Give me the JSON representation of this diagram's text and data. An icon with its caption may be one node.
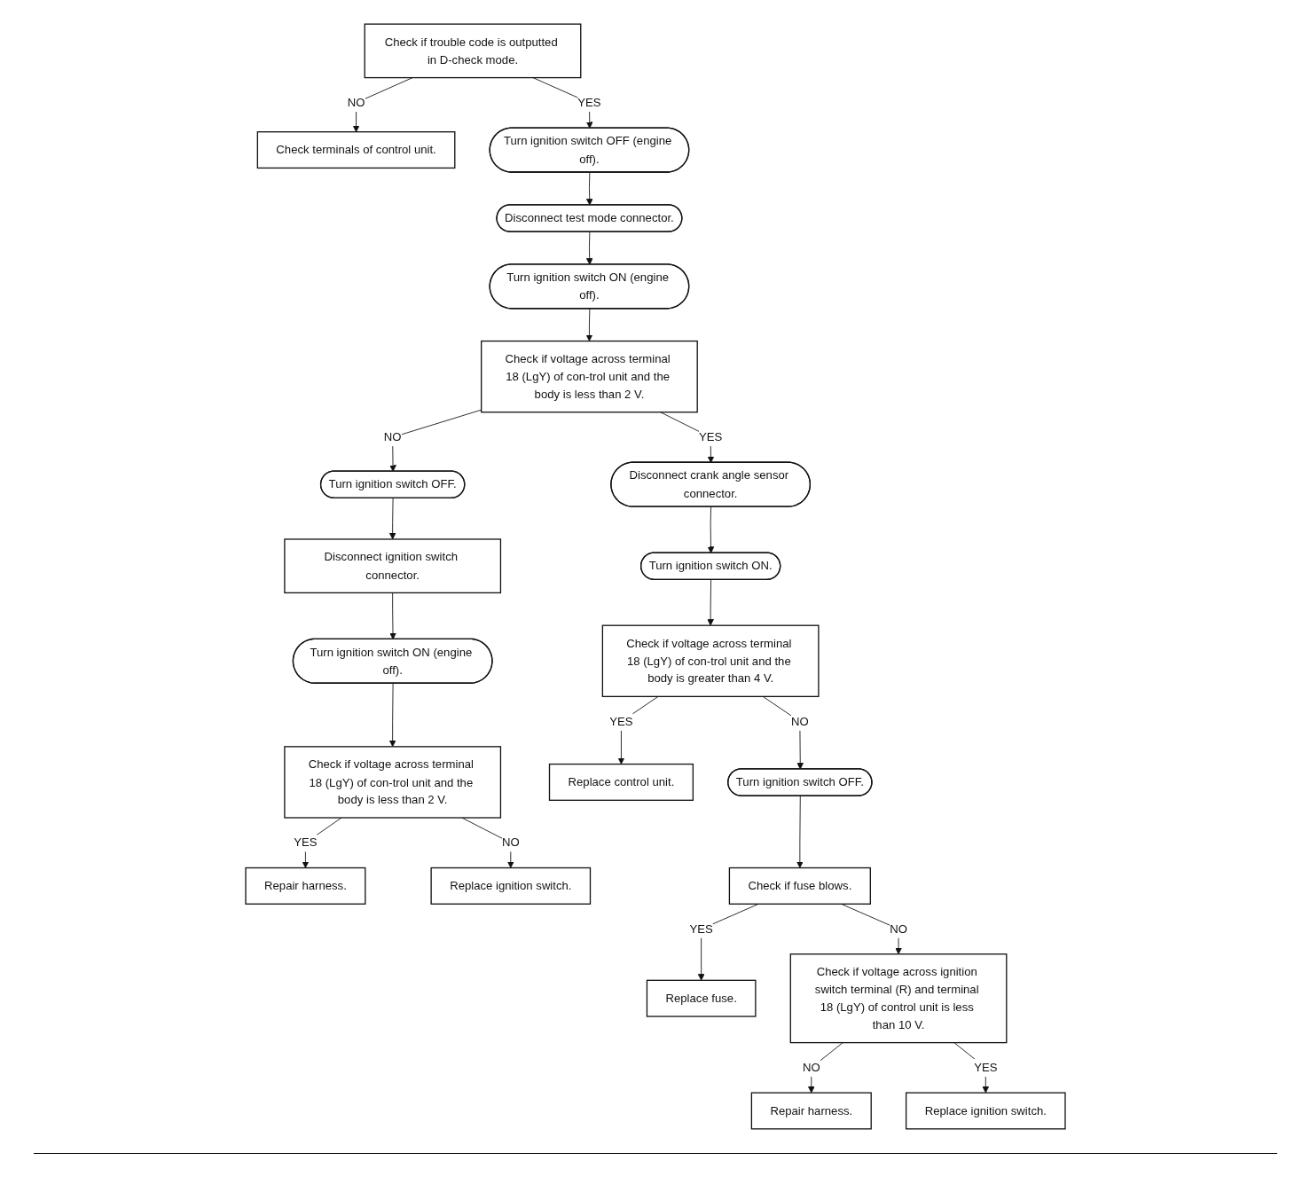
{
  "diagram": {
    "nodes": [
      {
        "text": [
          "Check if trouble code is outputted in D-check mode."
        ]
      },
      {
        "text": [
          "Check terminals of control unit."
        ]
      },
      {
        "text": [
          "Turn ignition switch OFF (engine off)."
        ]
      },
      {
        "text": [
          "Disconnect test mode connector."
        ]
      },
      {
        "text": [
          "Turn ignition switch ON (engine off)."
        ]
      },
      {
        "text": [
          "Check if voltage across terminal 18 (LgY) of con-trol unit and the body is less than 2 V."
        ]
      },
      {
        "text": [
          "Disconnect crank angle sensor connector."
        ]
      },
      {
        "text": [
          "Turn ignition switch ON."
        ]
      },
      {
        "text": [
          "Check if voltage across terminal 18 (LgY) of con-trol unit and the body is greater than 4 V."
        ]
      },
      {
        "text": [
          "Replace control unit."
        ]
      },
      {
        "text": [
          "Turn ignition switch OFF."
        ]
      },
      {
        "text": [
          "Disconnect ignition switch connector."
        ]
      },
      {
        "text": [
          "Turn ignition switch ON (engine off)."
        ]
      },
      {
        "text": [
          "Check if voltage across terminal 18 (LgY) of con-trol unit and the body is less than 2 V."
        ]
      },
      {
        "text": [
          "Repair harness."
        ]
      },
      {
        "text": [
          "Replace ignition switch."
        ]
      },
      {
        "text": [
          "Turn ignition switch OFF."
        ]
      },
      {
        "text": [
          "Check if fuse blows."
        ]
      },
      {
        "text": [
          "Replace fuse."
        ]
      },
      {
        "text": [
          "Check if voltage across ignition switch terminal (R) and terminal 18 (LgY) of control unit is less than 10 V."
        ]
      },
      {
        "text": [
          "Repair harness."
        ]
      },
      {
        "text": [
          "Replace ignition switch."
        ]
      }
    ],
    "edges": [
      {
        "from": 0,
        "to": 1,
        "arrow": "to",
        "label": "NO"
      },
      {
        "from": 0,
        "to": 2,
        "arrow": "to",
        "label": "YES"
      },
      {
        "from": 2,
        "to": 3,
        "arrow": "to"
      },
      {
        "from": 3,
        "to": 4,
        "arrow": "to"
      },
      {
        "from": 4,
        "to": 5,
        "arrow": "to"
      },
      {
        "from": 5,
        "to": 10,
        "arrow": "to",
        "label": "NO"
      },
      {
        "from": 5,
        "to": 6,
        "arrow": "to",
        "label": "YES"
      },
      {
        "from": 6,
        "to": 7,
        "arrow": "to"
      },
      {
        "from": 7,
        "to": 8,
        "arrow": "to"
      },
      {
        "from": 8,
        "to": 9,
        "arrow": "to",
        "label": "YES"
      },
      {
        "from": 8,
        "to": 16,
        "arrow": "to",
        "label": "NO"
      },
      {
        "from": 10,
        "to": 11,
        "arrow": "to"
      },
      {
        "from": 11,
        "to": 12,
        "arrow": "to"
      },
      {
        "from": 12,
        "to": 13,
        "arrow": "to"
      },
      {
        "from": 13,
        "to": 14,
        "arrow": "to",
        "label": "YES"
      },
      {
        "from": 13,
        "to": 15,
        "arrow": "to",
        "label": "NO"
      },
      {
        "from": 16,
        "to": 17,
        "arrow": "to"
      },
      {
        "from": 17,
        "to": 18,
        "arrow": "to",
        "label": "YES"
      },
      {
        "from": 17,
        "to": 19,
        "arrow": "to",
        "label": "NO"
      },
      {
        "from": 19,
        "to": 20,
        "arrow": "to",
        "label": "NO"
      },
      {
        "from": 19,
        "to": 21,
        "arrow": "to",
        "label": "YES"
      }
    ]
  }
}
